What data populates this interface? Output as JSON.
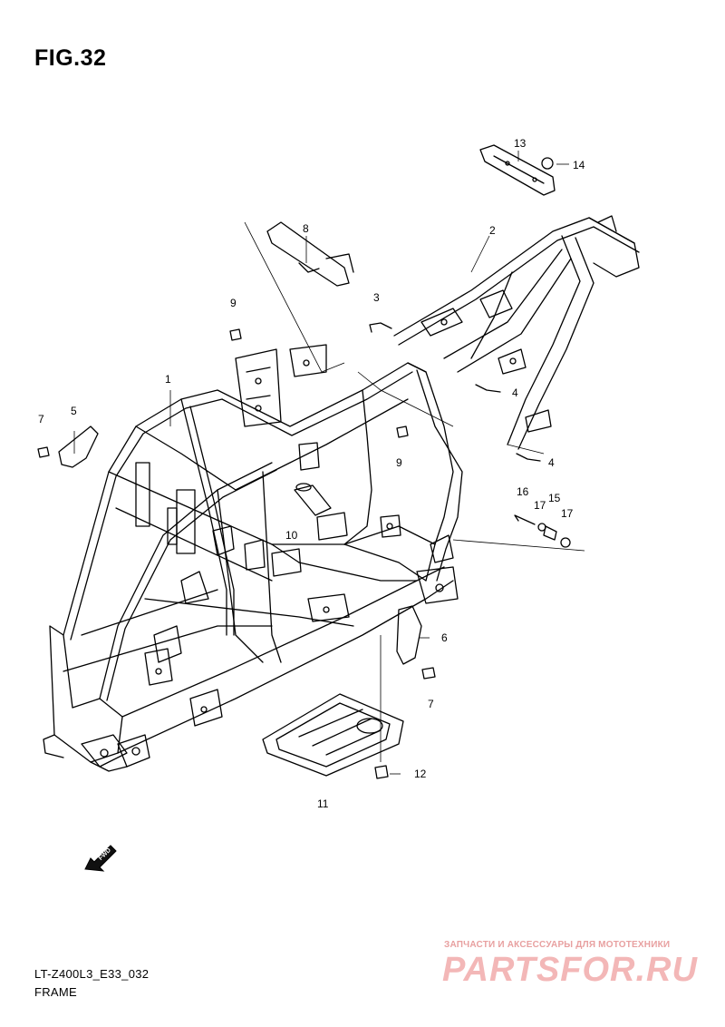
{
  "figure": {
    "title": "FIG.32",
    "model_code": "LT-Z400L3_E33_032",
    "caption": "FRAME"
  },
  "fwd_arrow_label": "FWD",
  "callouts": [
    "1",
    "2",
    "3",
    "4",
    "4",
    "5",
    "6",
    "7",
    "7",
    "8",
    "9",
    "9",
    "10",
    "11",
    "12",
    "13",
    "14",
    "15",
    "16",
    "17",
    "17"
  ],
  "watermark": {
    "line1": "ЗАПЧАСТИ И АКСЕССУАРЫ ДЛЯ МОТОТЕХНИКИ",
    "line2": "PARTSFOR.RU"
  },
  "colors": {
    "ink": "#000000",
    "watermark": "#f3b7b7"
  }
}
